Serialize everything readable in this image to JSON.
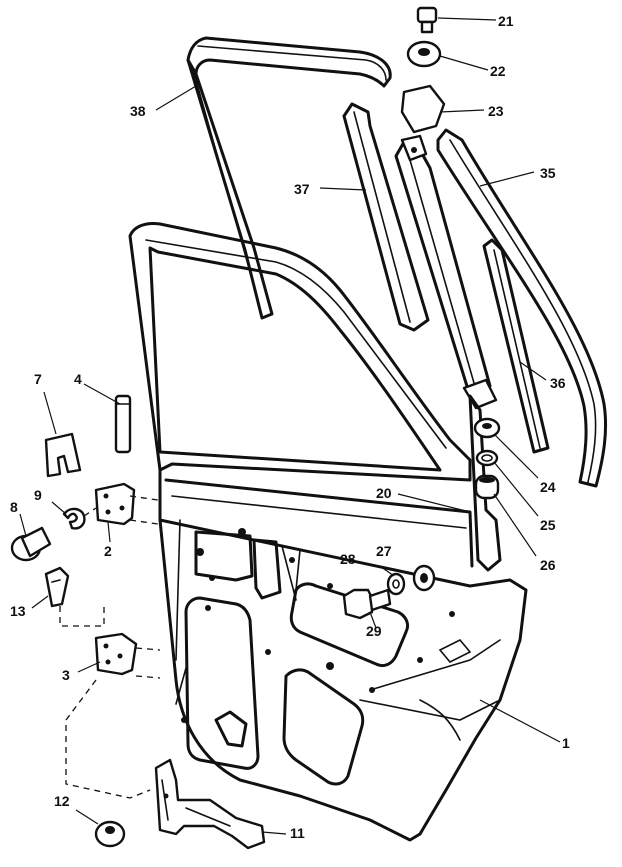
{
  "labels": {
    "l1": "1",
    "l2": "2",
    "l3": "3",
    "l4": "4",
    "l7": "7",
    "l8": "8",
    "l9": "9",
    "l11": "11",
    "l12": "12",
    "l13": "13",
    "l20": "20",
    "l21": "21",
    "l22": "22",
    "l23": "23",
    "l24": "24",
    "l25": "25",
    "l26": "26",
    "l27": "27",
    "l28": "28",
    "l29": "29",
    "l35": "35",
    "l36": "36",
    "l37": "37",
    "l38": "38"
  }
}
